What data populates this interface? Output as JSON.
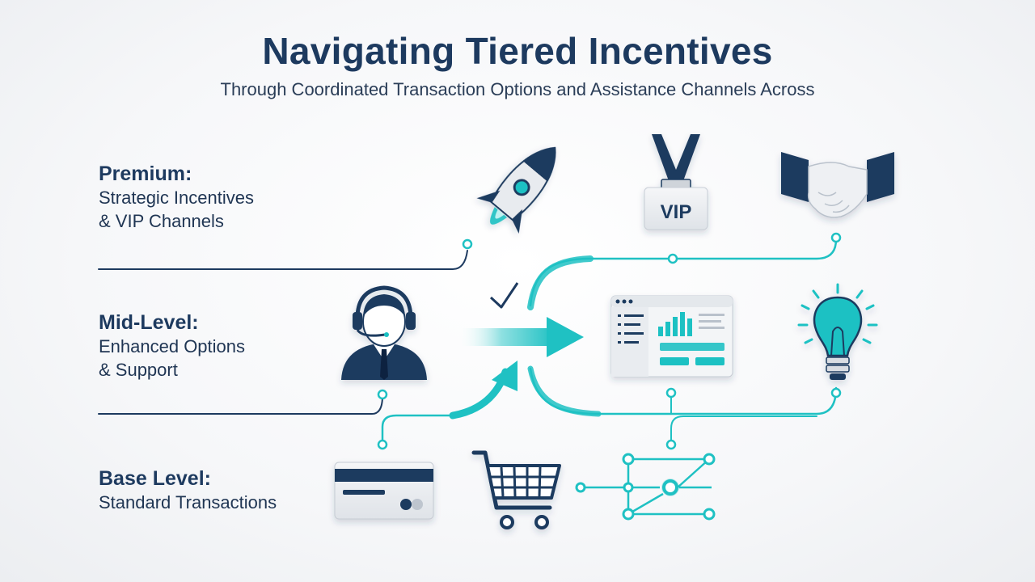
{
  "header": {
    "title": "Navigating Tiered Incentives",
    "subtitle": "Through Coordinated Transaction Options and Assistance Channels Across"
  },
  "tiers": {
    "premium": {
      "name": "Premium:",
      "line1": "Strategic Incentives",
      "line2": "& VIP Channels"
    },
    "mid": {
      "name": "Mid-Level:",
      "line1": "Enhanced Options",
      "line2": "& Support"
    },
    "base": {
      "name": "Base Level:",
      "line1": "Standard Transactions"
    }
  },
  "badges": {
    "vip_label": "VIP"
  },
  "icons": [
    "rocket-icon",
    "vip-badge-icon",
    "handshake-icon",
    "support-agent-icon",
    "dashboard-icon",
    "lightbulb-icon",
    "credit-card-icon",
    "shopping-cart-icon",
    "network-icon"
  ],
  "colors": {
    "navy": "#1d3a5f",
    "teal": "#1fc1c3",
    "gray": "#d9dde3"
  }
}
